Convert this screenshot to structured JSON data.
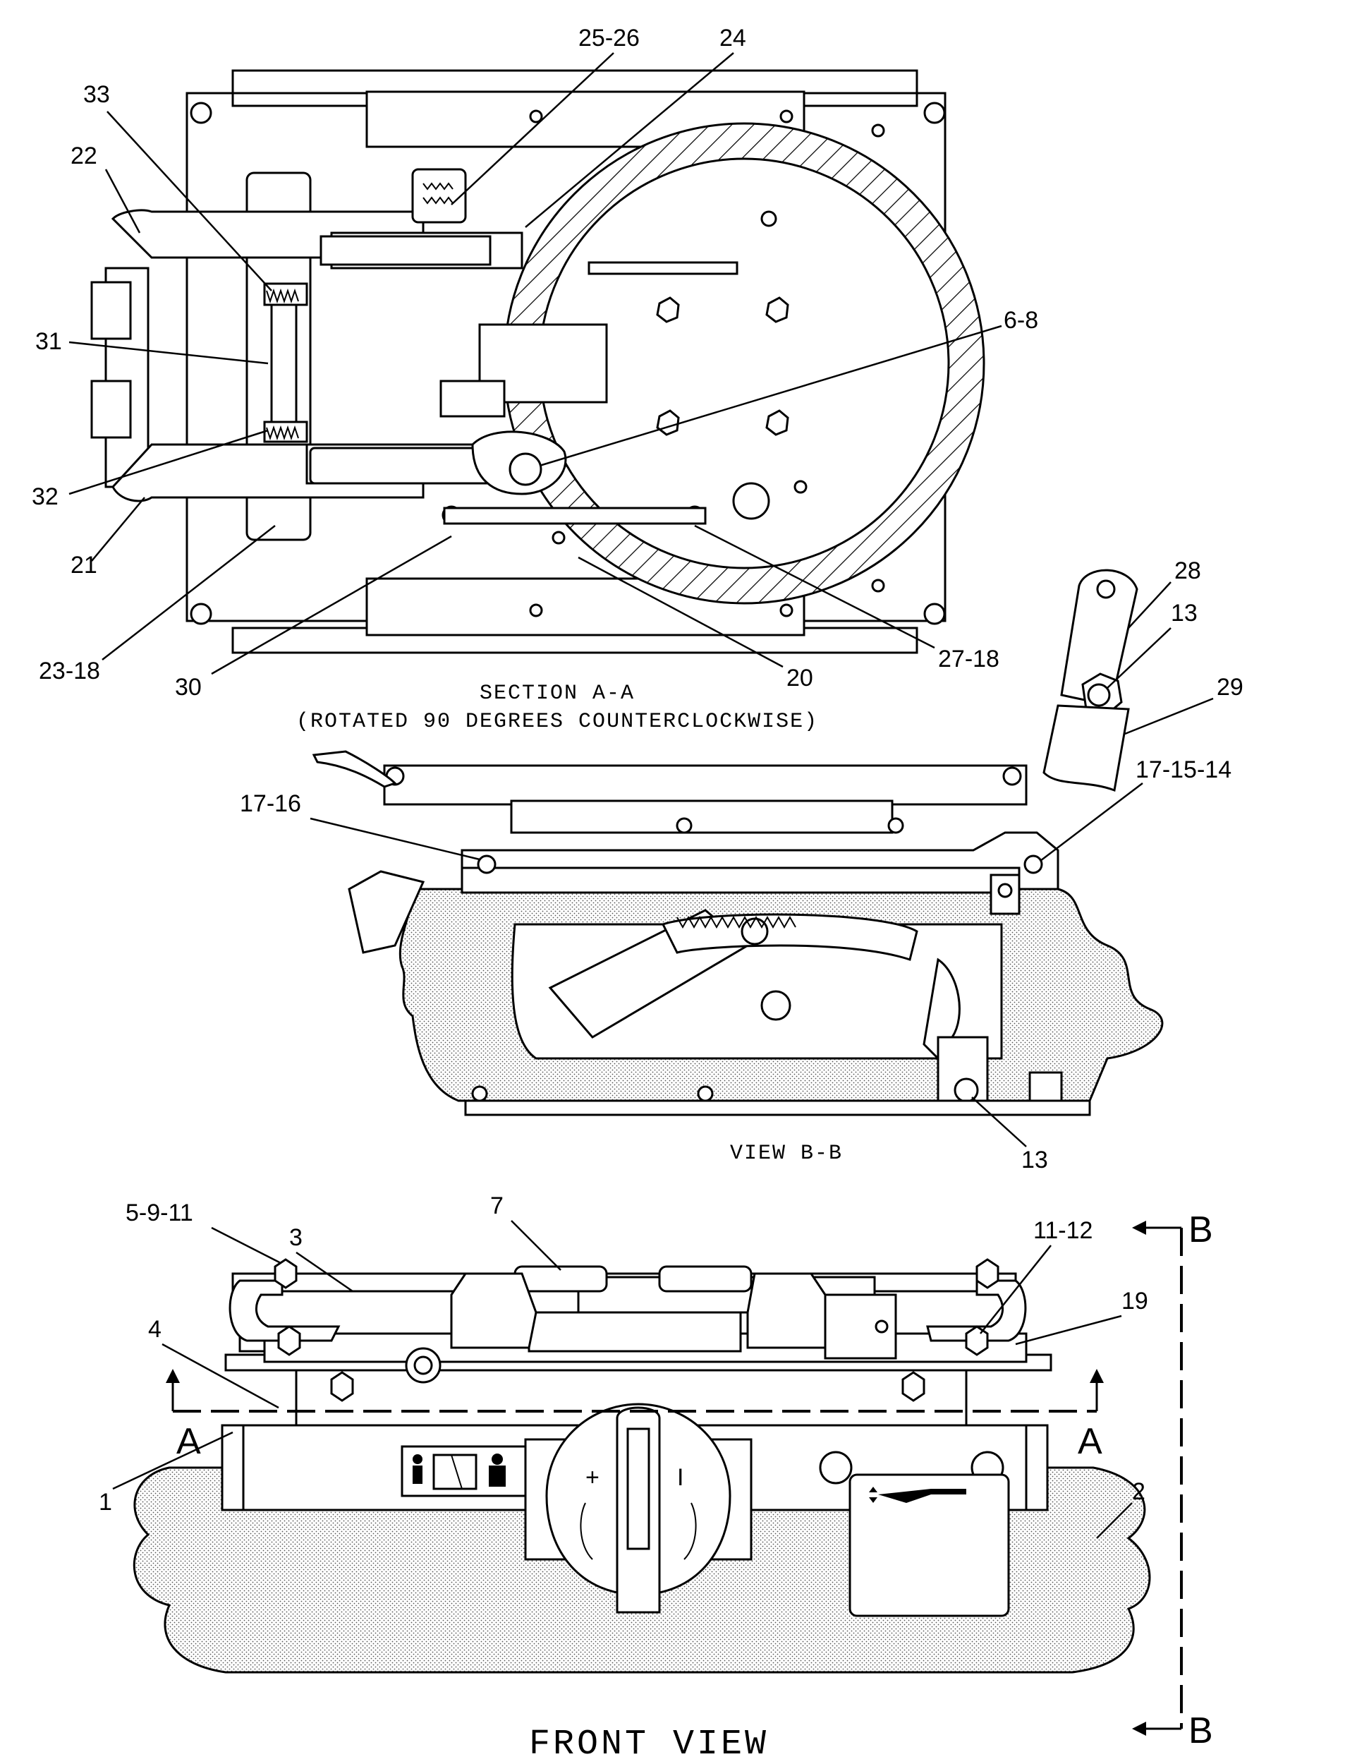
{
  "views": {
    "section_aa": {
      "caption_line1": "SECTION A-A",
      "caption_line2": "(ROTATED 90 DEGREES COUNTERCLOCKWISE)"
    },
    "view_bb": {
      "caption": "VIEW B-B"
    },
    "front_view": {
      "caption": "FRONT VIEW"
    }
  },
  "callouts": {
    "c25_26": "25-26",
    "c24": "24",
    "c33": "33",
    "c22": "22",
    "c31": "31",
    "c6_8": "6-8",
    "c32": "32",
    "c21": "21",
    "c23_18": "23-18",
    "c30": "30",
    "c20": "20",
    "c27_18": "27-18",
    "c28": "28",
    "c13_top": "13",
    "c29": "29",
    "c17_15_14": "17-15-14",
    "c17_16": "17-16",
    "c13_bottom": "13",
    "c5_9_11": "5-9-11",
    "c3": "3",
    "c7": "7",
    "c11_12": "11-12",
    "c19": "19",
    "c4": "4",
    "c1": "1",
    "c2": "2"
  },
  "section_markers": {
    "a_left": "A",
    "a_right": "A",
    "b_top": "B",
    "b_bottom": "B"
  },
  "symbols": {
    "plus": "+",
    "minus": "I"
  }
}
